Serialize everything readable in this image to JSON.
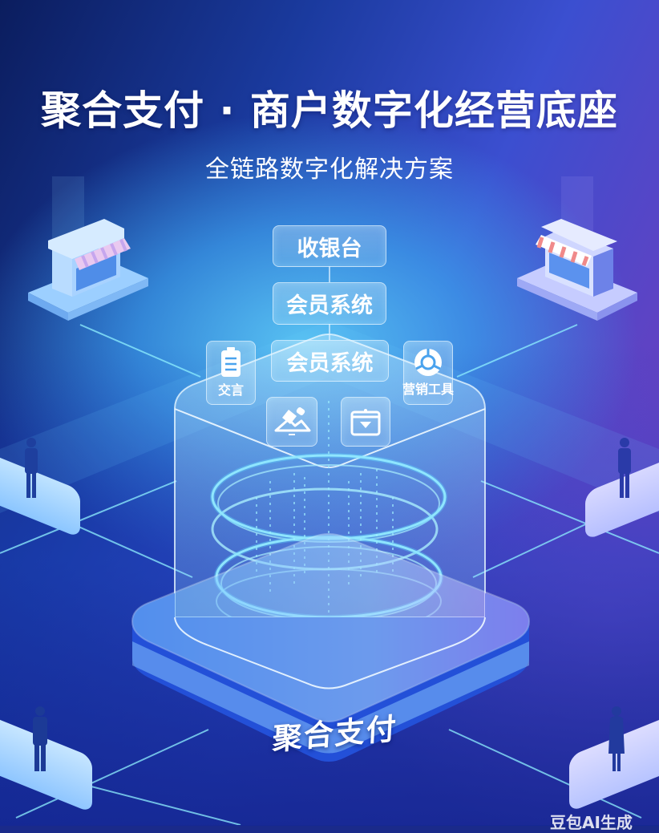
{
  "header": {
    "title": "聚合支付 · 商户数字化经营底座",
    "subtitle": "全链路数字化解决方案"
  },
  "stack": {
    "cards": [
      {
        "label": "收银台"
      },
      {
        "label": "会员系统"
      },
      {
        "label": "会员系统"
      }
    ],
    "side_icons": [
      {
        "label": "交言",
        "icon": "clipboard-icon"
      },
      {
        "label": "营销工具",
        "icon": "aperture-icon"
      },
      {
        "label": "",
        "icon": "pen-shape-icon"
      },
      {
        "label": "",
        "icon": "calendar-download-icon"
      }
    ]
  },
  "base": {
    "label": "聚合支付"
  },
  "scene": {
    "stores": [
      "left-store",
      "right-store"
    ],
    "people_count": 4
  },
  "watermark": "豆包AI生成",
  "colors": {
    "bg_dark": "#0b1d5e",
    "bg_blue": "#3b8ee8",
    "bg_purple": "#7a3fc4",
    "glow_cyan": "#5fd8ff",
    "text": "#ffffff"
  }
}
